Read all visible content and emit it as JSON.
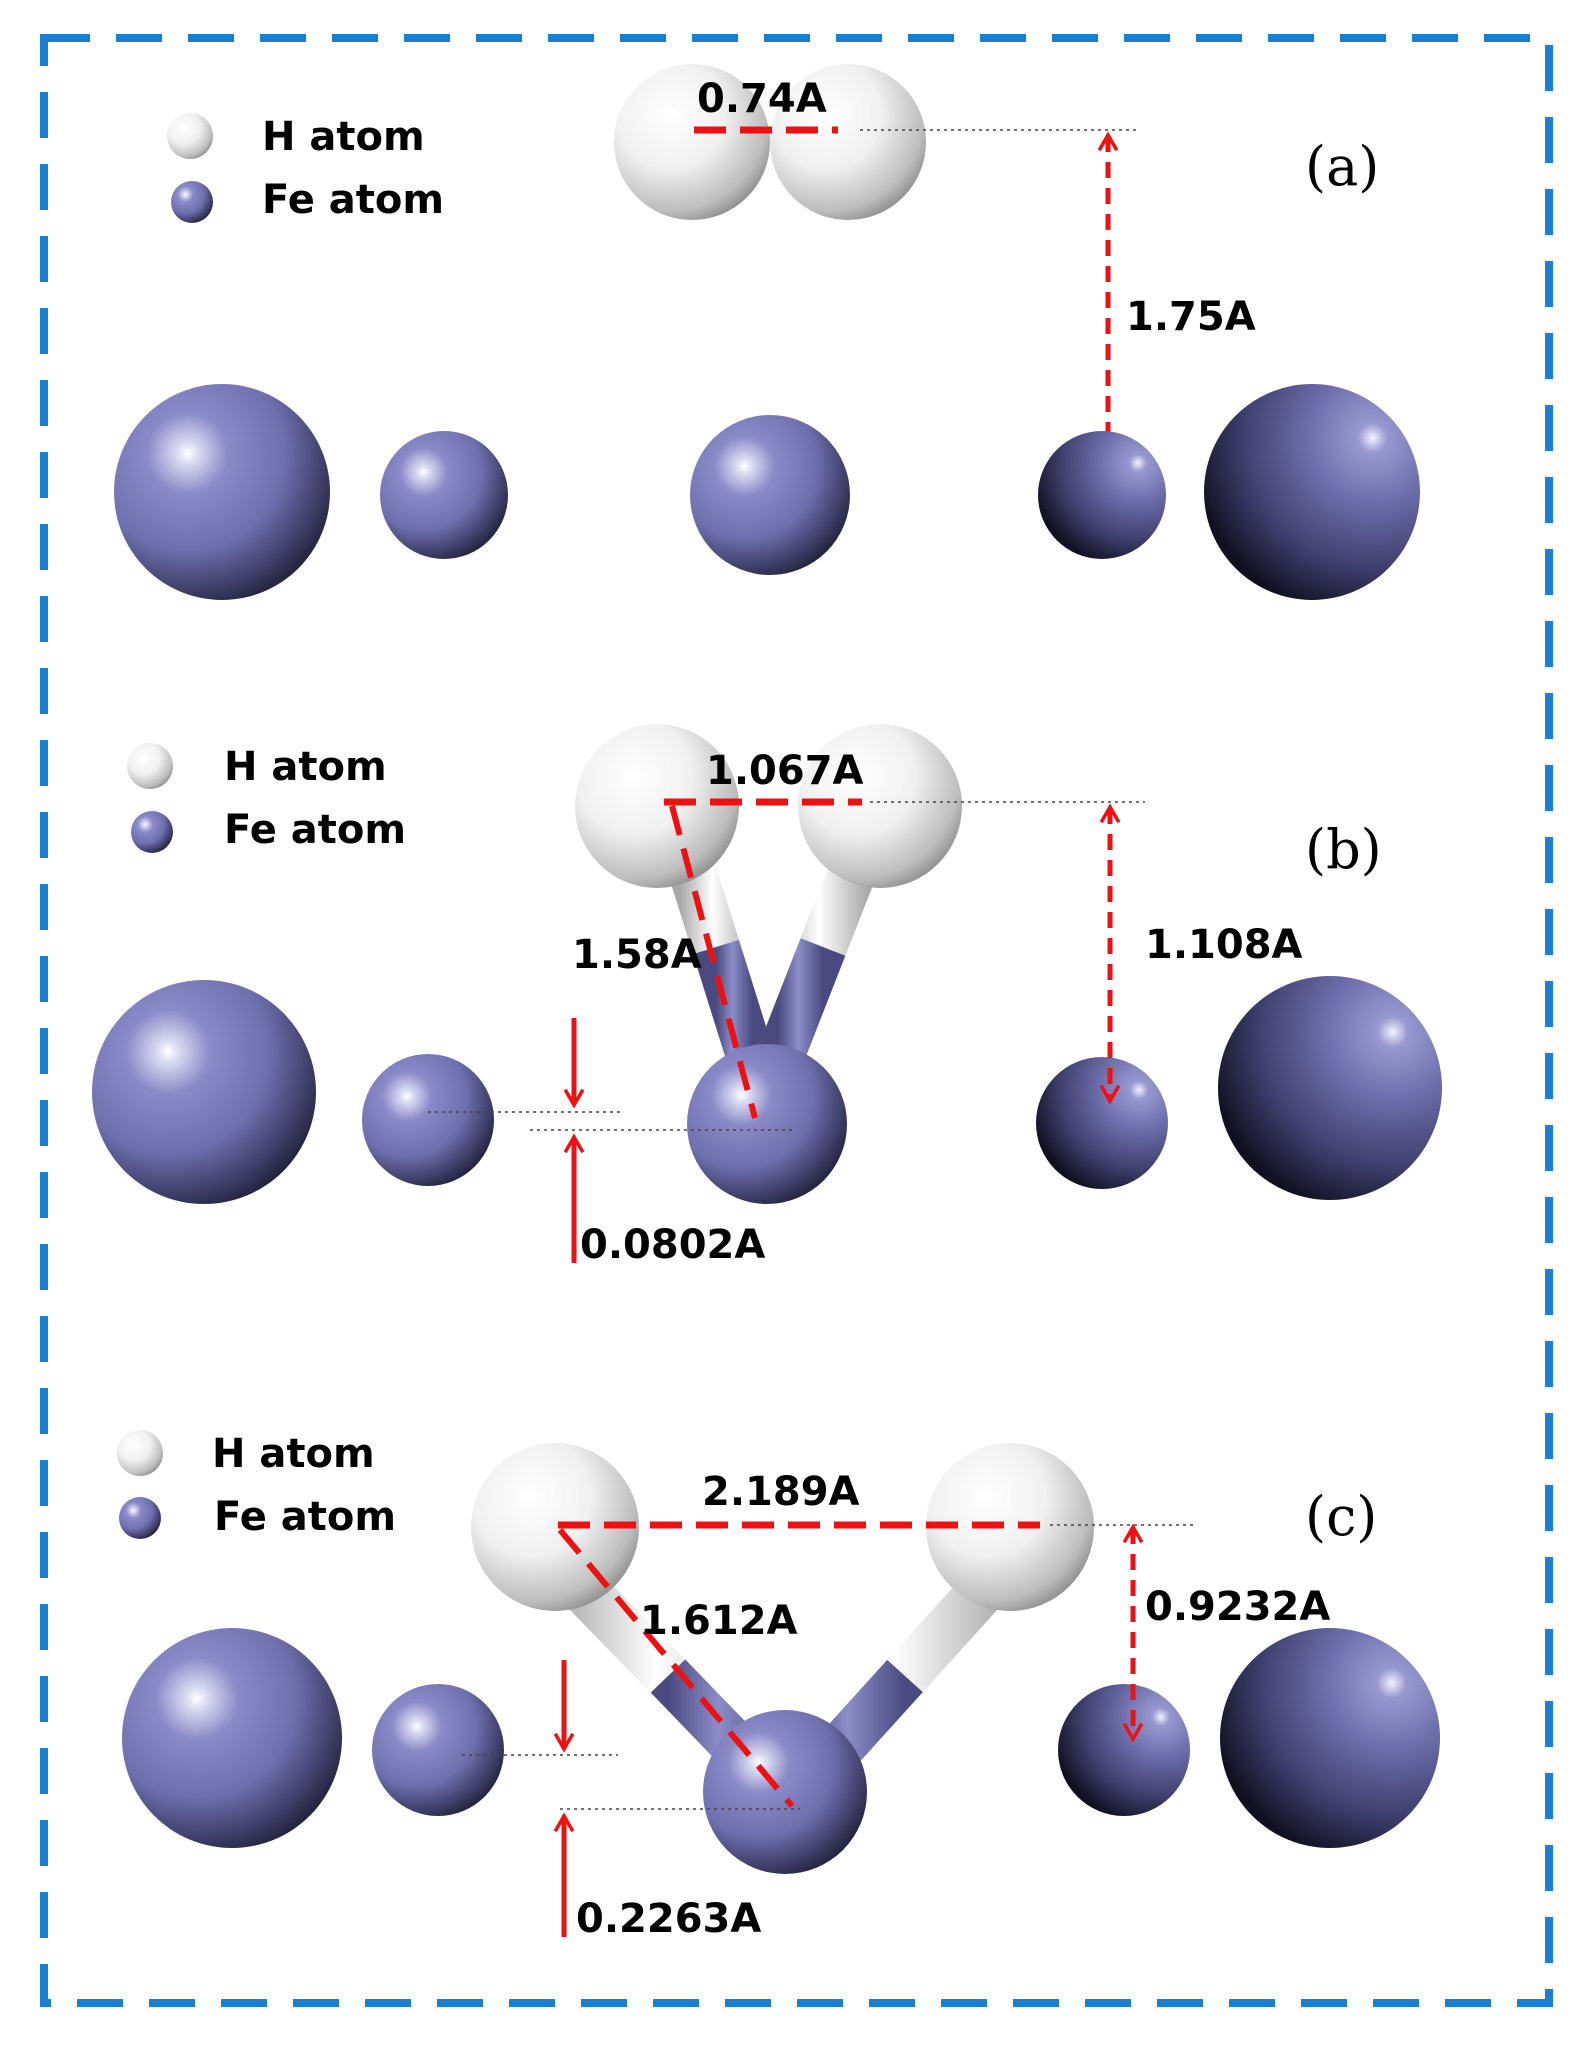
{
  "colors": {
    "frame": "#1a7fd1",
    "measure": "#ee1111",
    "guide": "#444444",
    "fe": "#7b7bb4",
    "h": "#f2f2f2"
  },
  "panels": [
    {
      "tag": "(a)",
      "legend": {
        "h": "H atom",
        "fe": "Fe atom"
      },
      "labels": {
        "hh_distance": "0.74A",
        "height": "1.75A"
      }
    },
    {
      "tag": "(b)",
      "legend": {
        "h": "H atom",
        "fe": "Fe atom"
      },
      "labels": {
        "hh_distance": "1.067A",
        "fe_h_bond": "1.58A",
        "height": "1.108A",
        "fe_shift": "0.0802A"
      }
    },
    {
      "tag": "(c)",
      "legend": {
        "h": "H atom",
        "fe": "Fe atom"
      },
      "labels": {
        "hh_distance": "2.189A",
        "fe_h_bond": "1.612A",
        "height": "0.9232A",
        "fe_shift": "0.2263A"
      }
    }
  ]
}
